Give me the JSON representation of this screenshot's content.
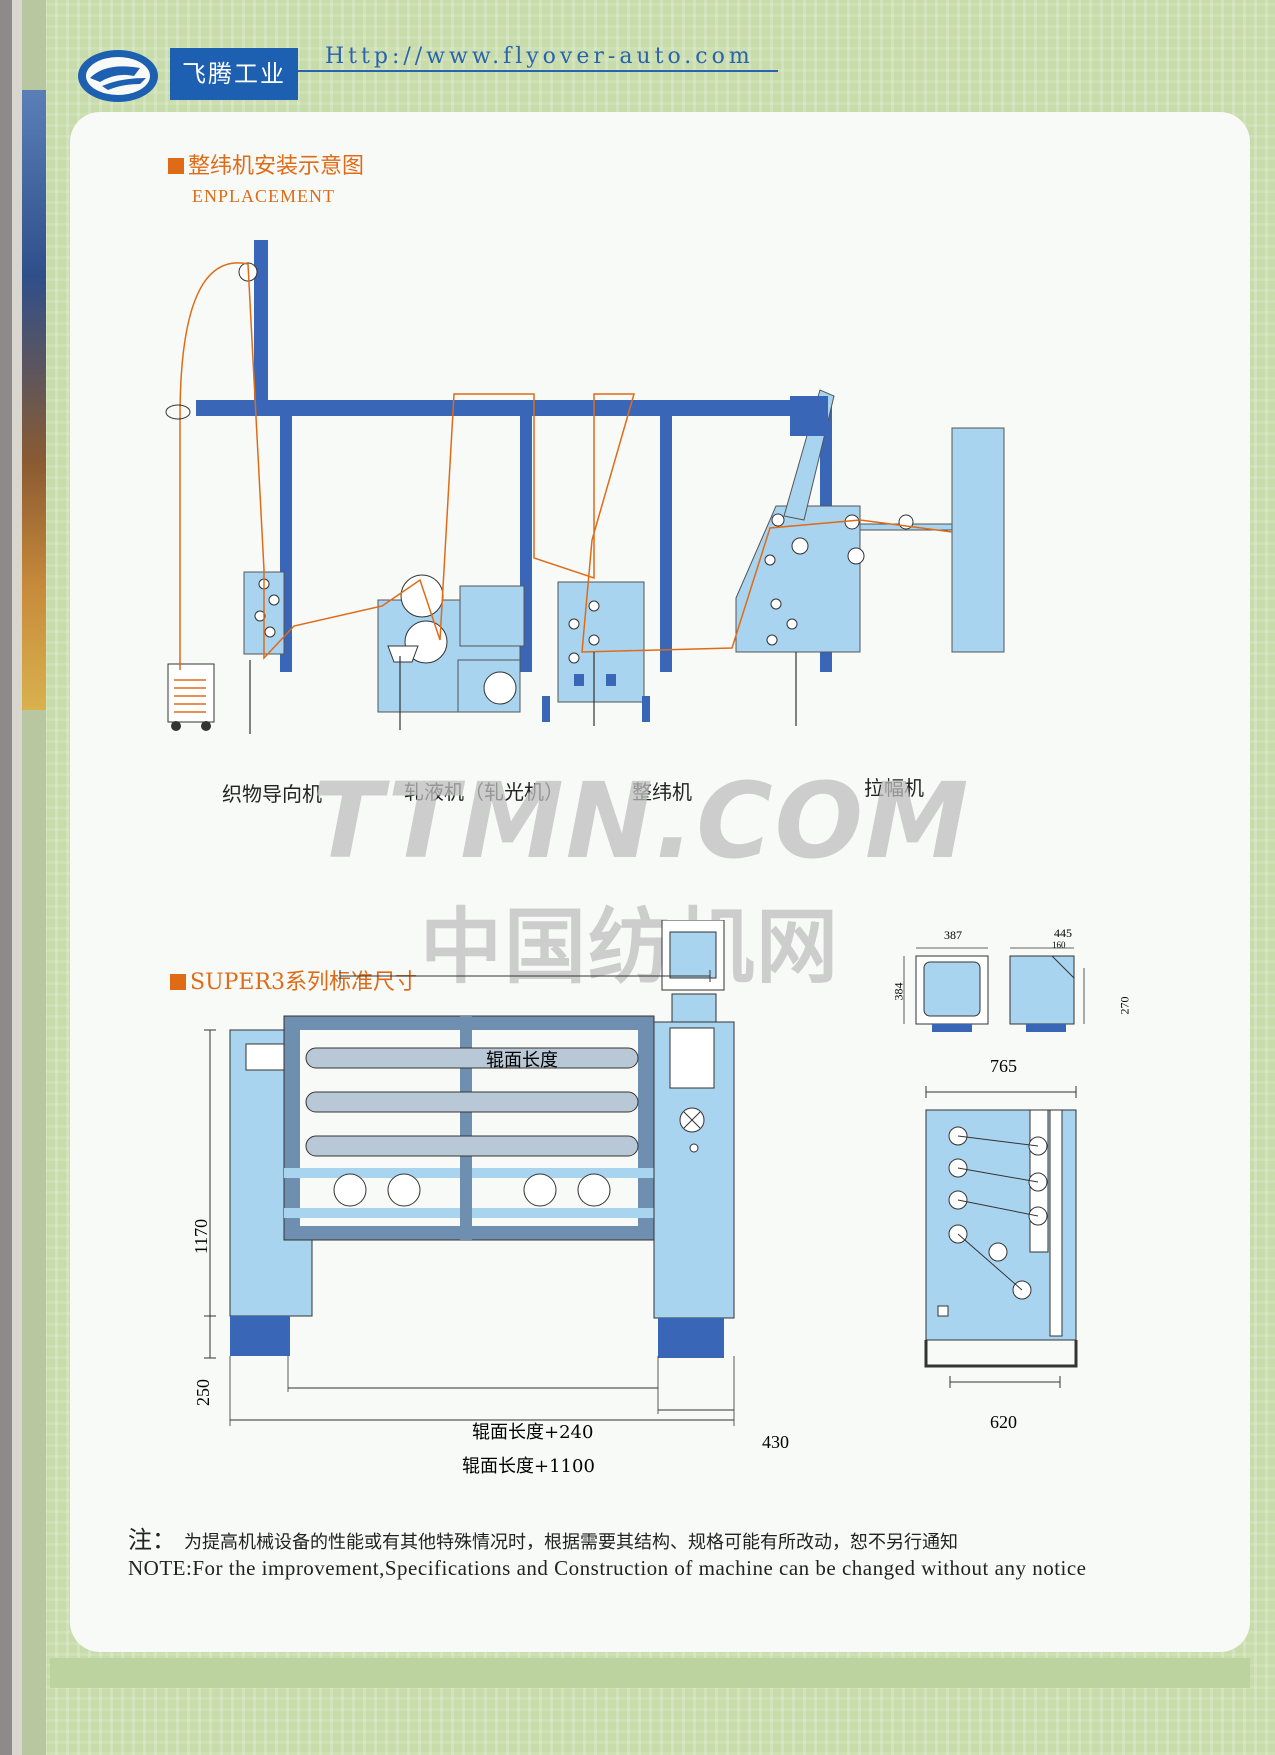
{
  "header": {
    "company": "飞腾工业",
    "url": "Http://www.flyover-auto.com"
  },
  "section1": {
    "title": "整纬机安装示意图",
    "subtitle": "ENPLACEMENT",
    "machines": [
      "织物导向机",
      "轧液机（轧光机）",
      "整纬机",
      "拉幅机"
    ]
  },
  "watermark": {
    "line1": "TTMN.COM",
    "line2": "中国纺机网"
  },
  "section2": {
    "title": "SUPER3系列标准尺寸",
    "dims": {
      "roll_face": "辊面长度",
      "roll_plus_240": "辊面长度+240",
      "roll_plus_1100": "辊面长度+1100",
      "d430": "430",
      "h1170": "1170",
      "h250": "250",
      "w765": "765",
      "w620": "620",
      "m387": "387",
      "m384": "384",
      "s445": "445",
      "s160": "160",
      "s270": "270"
    }
  },
  "note": {
    "zh_label": "注：",
    "zh_text": "为提高机械设备的性能或有其他特殊情况时，根据需要其结构、规格可能有所改动，恕不另行通知",
    "en_text": "NOTE:For the improvement,Specifications and Construction of machine can be changed without any notice"
  },
  "colors": {
    "blue": "#3a66b8",
    "light_blue": "#a9d4ef",
    "orange": "#e06b17",
    "url_blue": "#2a63ad"
  }
}
